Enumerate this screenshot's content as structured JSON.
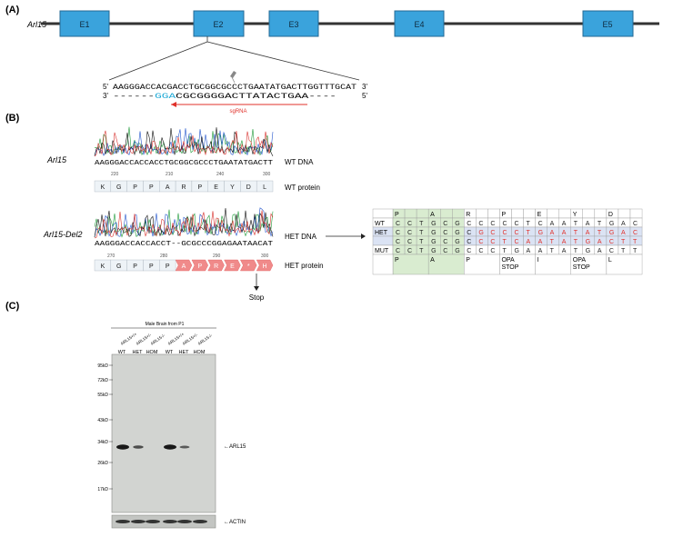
{
  "panelA": {
    "label": "(A)",
    "gene": "Arl15",
    "exons": [
      "E1",
      "E2",
      "E3",
      "E4",
      "E5"
    ],
    "seq_top": "AAGGGACCACGACCTGCGGCGCCCTGAATATGACTTGGTTTGCAT",
    "seq_bottom": "GGACGCGGGGACTTATACTGAA----",
    "seq_bottom_pam": "GGA",
    "seq_bottom_lead": "------",
    "seq_bottom_rest": "CGCGGGGACTTATACTGAA----",
    "end5": "5'",
    "end3": "3'",
    "sgrna": "sgRNA"
  },
  "panelB": {
    "label": "(B)",
    "wt_name": "Arl15",
    "wt_seq": "AAGGGACCACCACCTGCGGCGCCCTGAATATGACTT",
    "wt_dna_label": "WT DNA",
    "wt_ticks": [
      "220",
      "210",
      "240",
      "300"
    ],
    "wt_protein": [
      "K",
      "G",
      "P",
      "P",
      "A",
      "R",
      "P",
      "E",
      "Y",
      "D",
      "L"
    ],
    "wt_protein_label": "WT protein",
    "het_name": "Arl15-Del2",
    "het_seq": "AAGGGACCACCACCT--GCGCCCGGAGAATAACAT",
    "het_dna_label": "HET DNA",
    "het_ticks": [
      "270",
      "280",
      "290",
      "300"
    ],
    "het_protein": [
      "K",
      "G",
      "P",
      "P",
      "P",
      "A",
      "P",
      "R",
      "E",
      "*",
      "H"
    ],
    "het_protein_label": "HET protein",
    "stop": "Stop"
  },
  "table": {
    "aa_header": [
      "P",
      "",
      "",
      "A",
      "",
      "",
      "R",
      "",
      "",
      "P",
      "",
      "",
      "E",
      "",
      "",
      "Y",
      "",
      "",
      "D",
      "",
      ""
    ],
    "rows": [
      {
        "label": "WT",
        "bases": [
          "C",
          "C",
          "T",
          "G",
          "C",
          "G",
          "C",
          "C",
          "C",
          "C",
          "C",
          "T",
          "C",
          "A",
          "A",
          "T",
          "A",
          "T",
          "G",
          "A",
          "C"
        ]
      },
      {
        "label": "HET",
        "bases": [
          "C",
          "C",
          "T",
          "G",
          "C",
          "G",
          "C",
          "G",
          "C",
          "C",
          "C",
          "T",
          "G",
          "A",
          "A",
          "T",
          "A",
          "T",
          "G",
          "A",
          "C"
        ]
      },
      {
        "label": "",
        "bases": [
          "C",
          "C",
          "T",
          "G",
          "C",
          "G",
          "C",
          "C",
          "C",
          "T",
          "C",
          "A",
          "A",
          "T",
          "A",
          "T",
          "G",
          "A",
          "C",
          "T",
          "T"
        ]
      },
      {
        "label": "MUT",
        "bases": [
          "C",
          "C",
          "T",
          "G",
          "C",
          "G",
          "C",
          "C",
          "C",
          "T",
          "G",
          "A",
          "A",
          "T",
          "A",
          "T",
          "G",
          "A",
          "C",
          "T",
          "T"
        ]
      }
    ],
    "mut_aa": [
      "P",
      "A",
      "P",
      "OPA\nSTOP",
      "I",
      "OPA\nSTOP",
      "L"
    ]
  },
  "panelC": {
    "label": "(C)",
    "title": "Male Brain from P1",
    "lane_genotypes": [
      "ARL15+/+",
      "ARL15+/-",
      "ARL15-/-",
      "ARL15+/+",
      "ARL15+/-",
      "ARL15-/-"
    ],
    "lanes": [
      "WT",
      "HET",
      "HOM",
      "WT",
      "HET",
      "HOM"
    ],
    "markers": [
      "95kD",
      "72kD",
      "55kD",
      "43kD",
      "34kD",
      "26kD",
      "17kD"
    ],
    "band1": "ARL15",
    "band2": "ACTIN"
  },
  "colors": {
    "exon": "#3aa3dc",
    "red": "#e0302a",
    "green": "#d9ecd0",
    "blue": "#dbe3f4",
    "pink": "#f08a8a",
    "pam": "#1ea9d6"
  }
}
